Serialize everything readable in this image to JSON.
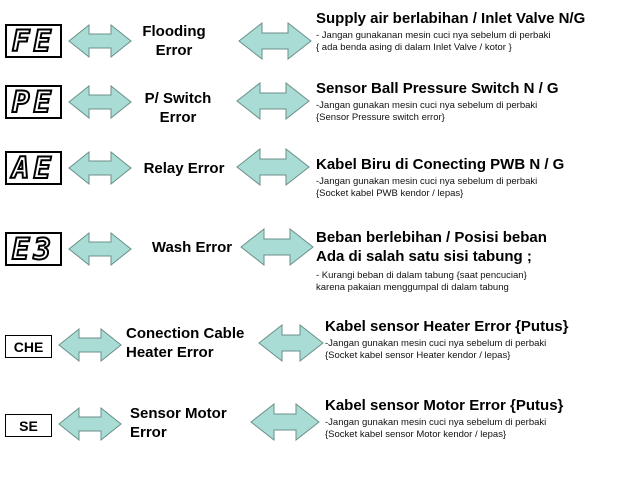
{
  "rows": [
    {
      "code": "FE",
      "label": "Flooding\nError",
      "title": "Supply air berlabihan / Inlet Valve N/G",
      "note": "- Jangan gunakanan mesin cuci nya sebelum di perbaki\n  { ada benda asing di dalam Inlet Valve / kotor }"
    },
    {
      "code": "PE",
      "label": "P/ Switch\nError",
      "title": "Sensor Ball Pressure Switch N / G",
      "note": "-Jangan gunakan mesin cuci nya sebelum di perbaki\n  {Sensor Pressure switch error}"
    },
    {
      "code": "AE",
      "label": "Relay Error",
      "title": "Kabel Biru di Conecting PWB  N / G",
      "note": "-Jangan gunakan mesin cuci nya sebelum di perbaki\n  {Socket kabel PWB kendor / lepas}"
    },
    {
      "code": "E3",
      "label": "Wash Error",
      "title": "Beban berlebihan / Posisi beban\nAda di salah satu sisi tabung ;",
      "note": "- Kurangi beban di dalam tabung {saat pencucian}\n  karena pakaian menggumpal di dalam tabung"
    },
    {
      "code": "CHE",
      "label": "Conection Cable\nHeater Error",
      "title": "Kabel sensor Heater Error {Putus}",
      "note": "-Jangan gunakan  mesin cuci nya sebelum di perbaki\n  {Socket kabel sensor Heater kendor / lepas}"
    },
    {
      "code": "SE",
      "label": "Sensor Motor\nError",
      "title": "Kabel sensor Motor Error {Putus}",
      "note": "-Jangan gunakan mesin cuci nya sebelum di perbaki\n  {Socket kabel sensor Motor kendor / lepas}"
    }
  ],
  "colors": {
    "arrow_fill": "#a8dcd4",
    "arrow_stroke": "#6a8f89"
  }
}
